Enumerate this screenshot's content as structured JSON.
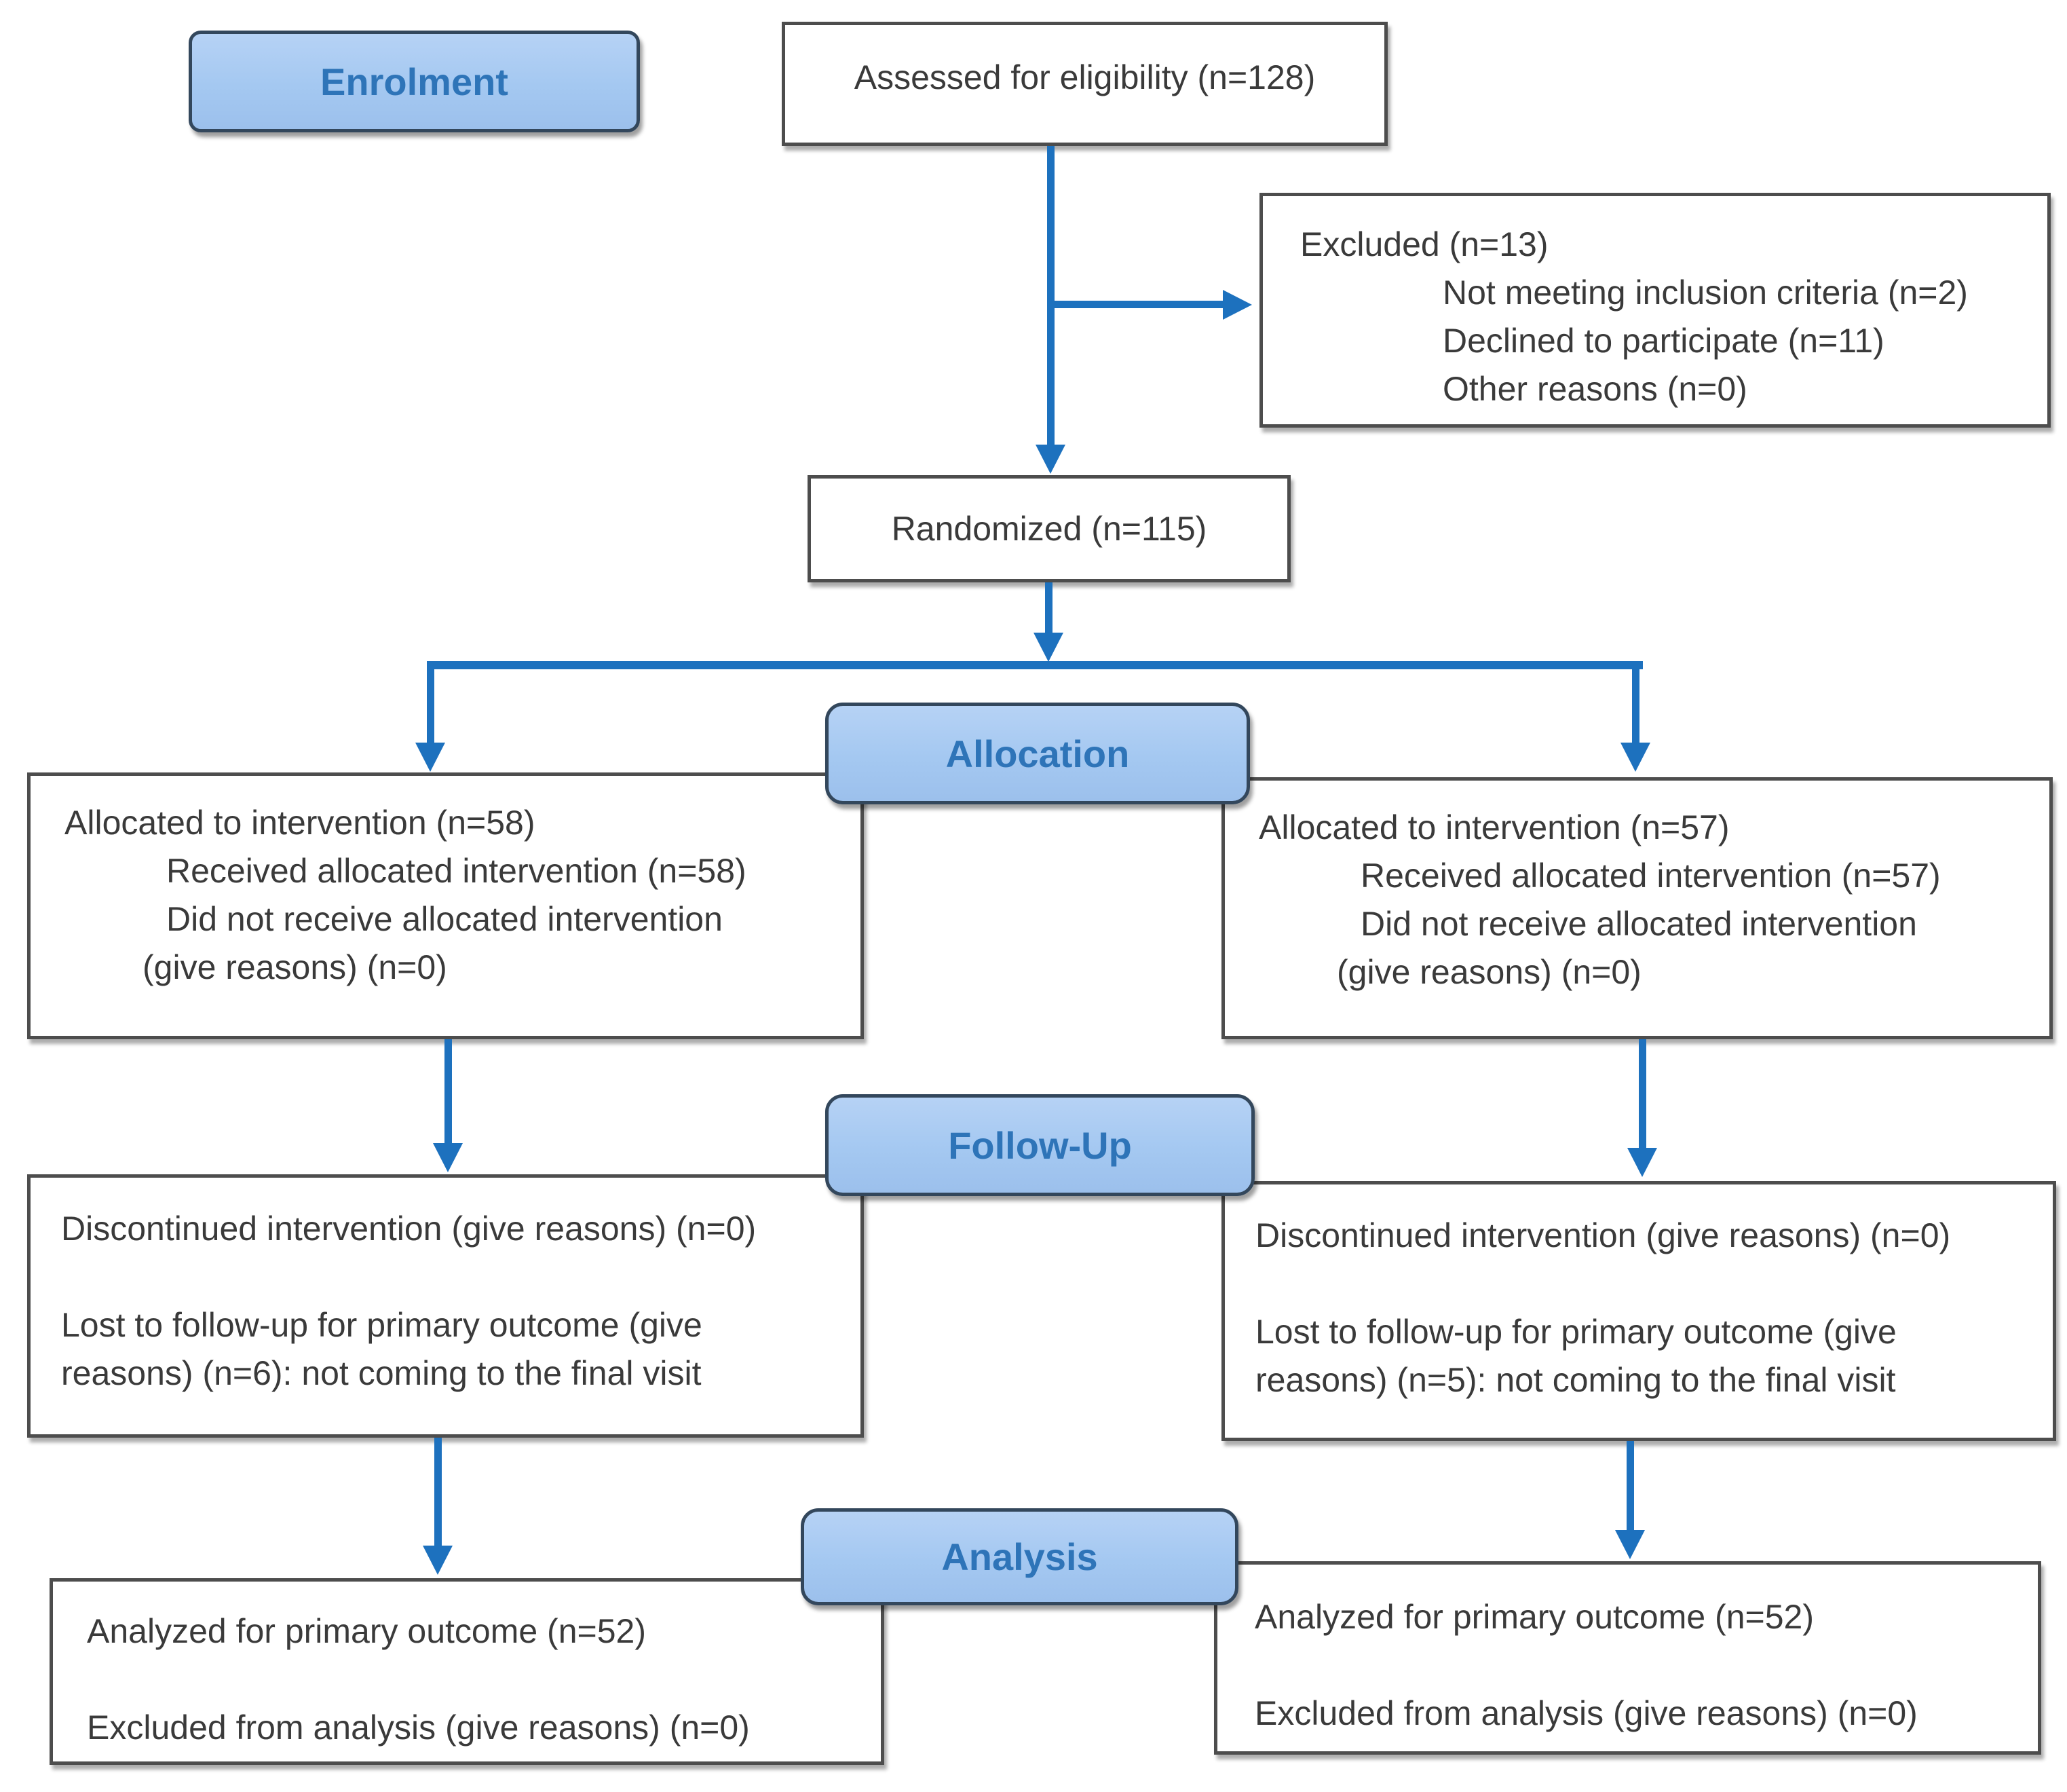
{
  "diagram": {
    "kind": "CONSORT participant flow diagram",
    "stages": {
      "enrolment": "Enrolment",
      "allocation": "Allocation",
      "followup": "Follow-Up",
      "analysis": "Analysis"
    },
    "boxes": {
      "assessed": {
        "text": "Assessed for eligibility (n=128)"
      },
      "excluded": {
        "lines": [
          "Excluded (n=13)",
          "Not meeting inclusion criteria (n=2)",
          "Declined to participate (n=11)",
          "Other reasons (n=0)"
        ]
      },
      "randomized": {
        "text": "Randomized (n=115)"
      },
      "allocation_left": {
        "lines": [
          "Allocated to intervention (n=58)",
          "Received allocated intervention (n=58)",
          "Did not receive allocated intervention",
          "(give reasons) (n=0)"
        ]
      },
      "allocation_right": {
        "lines": [
          "Allocated to intervention (n=57)",
          "Received allocated intervention (n=57)",
          "Did not receive allocated intervention",
          "(give reasons) (n=0)"
        ]
      },
      "followup_left": {
        "lines": [
          "Discontinued intervention (give reasons) (n=0)",
          "Lost to follow-up for primary outcome (give reasons) (n=6): not coming to the final visit"
        ]
      },
      "followup_right": {
        "lines": [
          "Discontinued intervention (give reasons) (n=0)",
          "Lost to follow-up for primary outcome (give reasons) (n=5): not coming to the final visit"
        ]
      },
      "analysis_left": {
        "lines": [
          "Analyzed for primary outcome (n=52)",
          "Excluded from analysis (give reasons) (n=0)"
        ]
      },
      "analysis_right": {
        "lines": [
          "Analyzed for primary outcome (n=52)",
          "Excluded from analysis (give reasons) (n=0)"
        ]
      }
    },
    "colors": {
      "stage_fill_top": "#B6D2F5",
      "stage_fill_bottom": "#9CC0EC",
      "stage_border": "#33475C",
      "stage_text": "#2E74B8",
      "arrow": "#1D71BE",
      "box_border": "#4D4D4D",
      "box_text": "#3A3A3A",
      "background": "#FFFFFF"
    }
  }
}
